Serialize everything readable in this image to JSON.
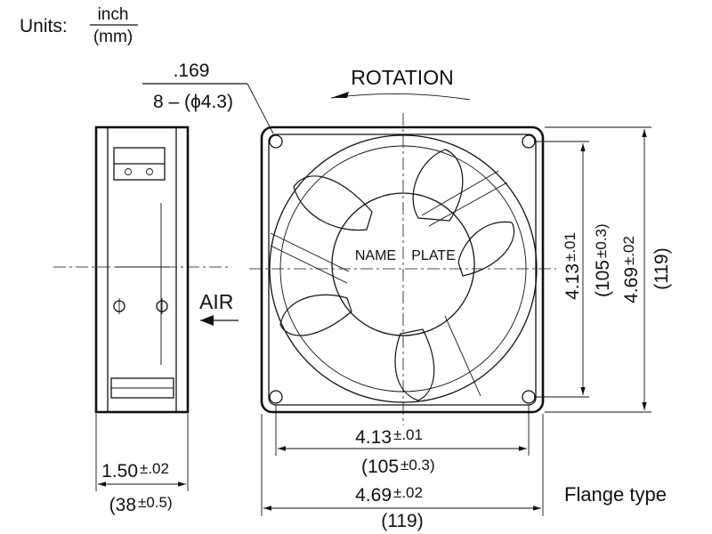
{
  "units": {
    "label": "Units:",
    "numerator": "inch",
    "denominator": "(mm)"
  },
  "mounting_hole": {
    "inch": ".169",
    "mm": "8 – (ϕ4.3)"
  },
  "rotation_label": "ROTATION",
  "airflow_label": "AIR",
  "name_plate": {
    "left": "NAME",
    "right": "PLATE"
  },
  "dims": {
    "hole_pitch_h": {
      "main": "4.13",
      "tol": "±.01",
      "mm": "(105",
      "mm_tol": "±0.3)"
    },
    "overall_h": {
      "main": "4.69",
      "tol": "±.02",
      "mm": "(119)"
    },
    "depth": {
      "main": "1.50",
      "tol": "±.02",
      "mm": "(38",
      "mm_tol": "±0.5)"
    },
    "hole_pitch_v": {
      "main": "4.13",
      "tol": "±.01",
      "mm": "(105",
      "mm_tol": "±0.3)"
    },
    "overall_v": {
      "main": "4.69",
      "tol": "±.02",
      "mm": "(119)"
    }
  },
  "flange_label": "Flange type"
}
